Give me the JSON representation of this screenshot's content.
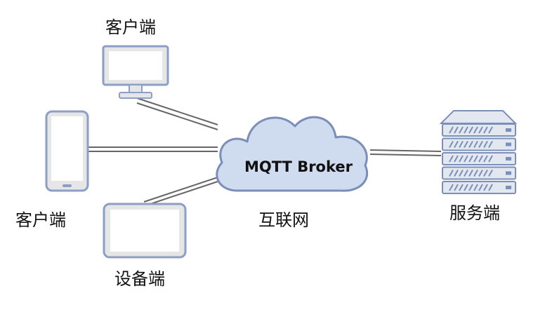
{
  "nodes": {
    "desktop_client": {
      "label": "客户端"
    },
    "mobile_client": {
      "label": "客户端"
    },
    "device": {
      "label": "设备端"
    },
    "server": {
      "label": "服务端"
    },
    "broker": {
      "label": "MQTT Broker"
    },
    "network": {
      "label": "互联网"
    }
  },
  "colors": {
    "device_fill": "#e6e6e6",
    "device_stroke": "#8d9fc6",
    "screen_fill": "#ffffff",
    "cloud_fill": "#cfdbef",
    "cloud_stroke": "#7b8eb8",
    "server_fill": "#e3e7f0",
    "server_stripe": "#7a8fb9",
    "link": "#666666",
    "text": "#111111"
  },
  "icons": [
    "monitor-icon",
    "phone-icon",
    "tablet-icon",
    "cloud-icon",
    "server-rack-icon"
  ]
}
